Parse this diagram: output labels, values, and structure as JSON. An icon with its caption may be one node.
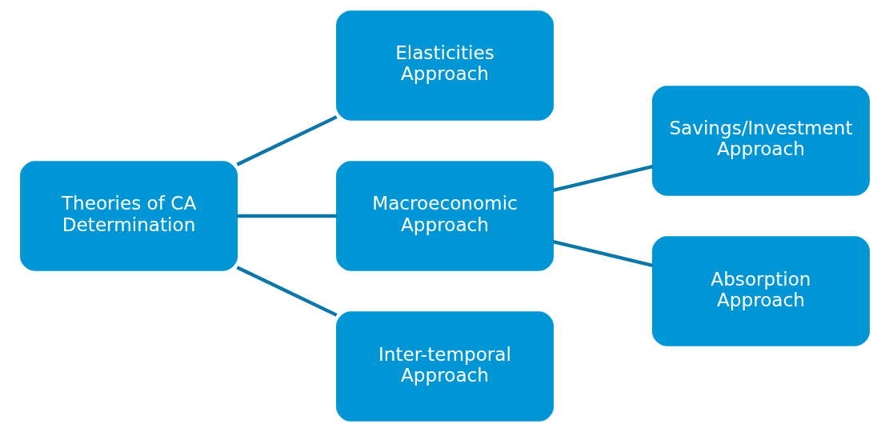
{
  "diagram": {
    "nodes": [
      {
        "text": [
          "Theories of CA Determination"
        ]
      },
      {
        "text": [
          "Elasticities Approach"
        ]
      },
      {
        "text": [
          "Macroeconomic Approach"
        ]
      },
      {
        "text": [
          "Inter-temporal Approach"
        ]
      },
      {
        "text": [
          "Savings/Investment Approach"
        ]
      },
      {
        "text": [
          "Absorption Approach"
        ]
      }
    ],
    "edges": [
      {
        "from": 0,
        "to": 1,
        "arrow": "none"
      },
      {
        "from": 0,
        "to": 2,
        "arrow": "none"
      },
      {
        "from": 0,
        "to": 3,
        "arrow": "none"
      },
      {
        "from": 2,
        "to": 4,
        "arrow": "none"
      },
      {
        "from": 2,
        "to": 5,
        "arrow": "none"
      }
    ]
  }
}
